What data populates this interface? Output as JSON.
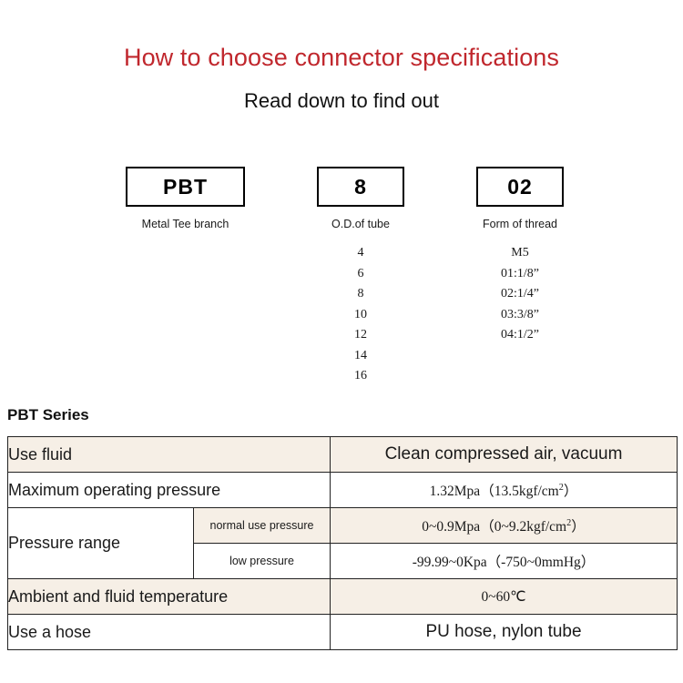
{
  "header": {
    "title": "How to choose connector specifications",
    "subtitle": "Read down to find out",
    "title_color": "#c0272d"
  },
  "code_breakdown": {
    "columns": [
      {
        "key": "series",
        "box_value": "PBT",
        "caption": "Metal Tee branch",
        "options": []
      },
      {
        "key": "od",
        "box_value": "8",
        "caption": "O.D.of tube",
        "options": [
          "4",
          "6",
          "8",
          "10",
          "12",
          "14",
          "16"
        ]
      },
      {
        "key": "thread",
        "box_value": "02",
        "caption": "Form of thread",
        "options": [
          "M5",
          "01:1/8”",
          "02:1/4”",
          "03:3/8”",
          "04:1/2”"
        ]
      }
    ]
  },
  "spec": {
    "series_label": "PBT Series",
    "rows": {
      "use_fluid": {
        "label": "Use fluid",
        "value": "Clean compressed air, vacuum"
      },
      "max_pressure": {
        "label": "Maximum operating pressure",
        "value_main": "1.32Mpa",
        "value_paren": "（13.5kgf/cm",
        "value_sup": "2",
        "value_tail": "）"
      },
      "pressure_range": {
        "label": "Pressure range",
        "normal": {
          "sublabel": "normal use pressure",
          "value_main": "0~0.9Mpa",
          "value_paren": "（0~9.2kgf/cm",
          "value_sup": "2",
          "value_tail": "）"
        },
        "low": {
          "sublabel": "low pressure",
          "value": "-99.99~0Kpa（-750~0mmHg）"
        }
      },
      "temperature": {
        "label": "Ambient and fluid temperature",
        "value": "0~60℃"
      },
      "hose": {
        "label": "Use a hose",
        "value": "PU hose, nylon tube"
      }
    }
  },
  "colors": {
    "row_beige": "#f6efe6",
    "row_white": "#ffffff",
    "border": "#222222",
    "accent_red": "#c0272d"
  }
}
